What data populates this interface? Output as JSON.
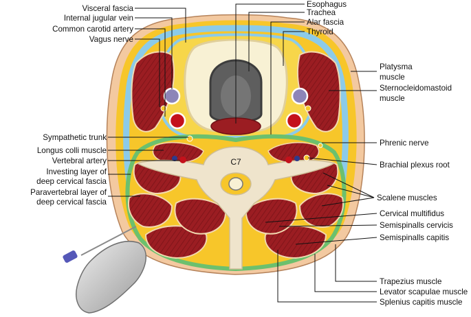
{
  "figure": {
    "vertebra_label": "C7",
    "labels_left": [
      {
        "id": "visceral-fascia",
        "text": "Visceral fascia"
      },
      {
        "id": "internal-jugular-vein",
        "text": "Internal jugular vein"
      },
      {
        "id": "common-carotid-artery",
        "text": "Common carotid artery"
      },
      {
        "id": "vagus-nerve",
        "text": "Vagus nerve"
      },
      {
        "id": "sympathetic-trunk",
        "text": "Sympathetic trunk"
      },
      {
        "id": "longus-colli-muscle",
        "text": "Longus colli muscle"
      },
      {
        "id": "vertebral-artery",
        "text": "Vertebral artery"
      },
      {
        "id": "investing-layer-1",
        "text": "Investing layer of"
      },
      {
        "id": "investing-layer-2",
        "text": "deep cervical fascia"
      },
      {
        "id": "paravertebral-layer-1",
        "text": "Paravertebral layer of"
      },
      {
        "id": "paravertebral-layer-2",
        "text": "deep cervical fascia"
      }
    ],
    "labels_top": [
      {
        "id": "esophagus",
        "text": "Esophagus"
      },
      {
        "id": "trachea",
        "text": "Trachea"
      },
      {
        "id": "alar-fascia",
        "text": "Alar fascia"
      },
      {
        "id": "thyroid",
        "text": "Thyroid"
      }
    ],
    "labels_right": [
      {
        "id": "platysma-1",
        "text": "Platysma"
      },
      {
        "id": "platysma-2",
        "text": "muscle"
      },
      {
        "id": "sternocleidomastoid-1",
        "text": "Sternocleidomastoid"
      },
      {
        "id": "sternocleidomastoid-2",
        "text": "muscle"
      },
      {
        "id": "phrenic-nerve",
        "text": "Phrenic nerve"
      },
      {
        "id": "brachial-plexus-root",
        "text": "Brachial plexus root"
      },
      {
        "id": "scalene-muscles",
        "text": "Scalene muscles"
      },
      {
        "id": "cervical-multifidus",
        "text": "Cervical multifidus"
      },
      {
        "id": "semispinalis-cervicis",
        "text": "Semispinalls cervicis"
      },
      {
        "id": "semispinalis-capitis",
        "text": "Semispinalls capitis"
      }
    ],
    "labels_bottom": [
      {
        "id": "trapezius-muscle",
        "text": "Trapezius muscle"
      },
      {
        "id": "levator-scapulae-muscle",
        "text": "Levator scapulae muscle"
      },
      {
        "id": "splenius-capitis-muscle",
        "text": "Splenius capitis muscle"
      }
    ],
    "colors": {
      "skin": "#f3c9a0",
      "fat": "#f7c62a",
      "fascia_blue": "#8ccbe9",
      "prevertebral_green": "#6cc06e",
      "muscle": "#9b1d22",
      "bone": "#efe4cc",
      "thyroid": "#f8f1d4",
      "artery": "#c4111b",
      "vein": "#8d85b8",
      "probe": "#c8c8c8"
    }
  }
}
